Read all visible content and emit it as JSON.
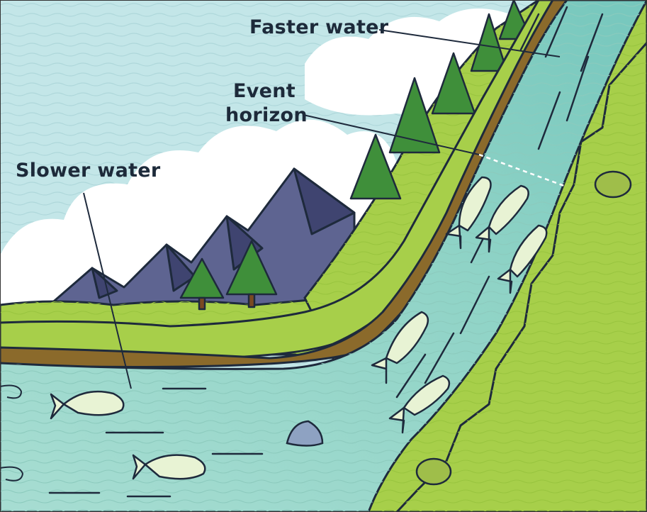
{
  "labels": {
    "faster_water": "Faster water",
    "event_horizon": "Event\nhorizon",
    "slower_water": "Slower water"
  },
  "colors": {
    "sky": "#c3e6e8",
    "cloud": "#ffffff",
    "mountain": "#5e6491",
    "mountain_dark": "#3f4470",
    "grass": "#a7cf4a",
    "grass_dark": "#7cab2e",
    "bank": "#8b6a2b",
    "water": "#9fd8cc",
    "water_fast": "#7fcbbf",
    "tree": "#3f8f3a",
    "tree_dark": "#2b6a2a",
    "fish": "#e8f3d4",
    "outline": "#1e2a3c"
  }
}
